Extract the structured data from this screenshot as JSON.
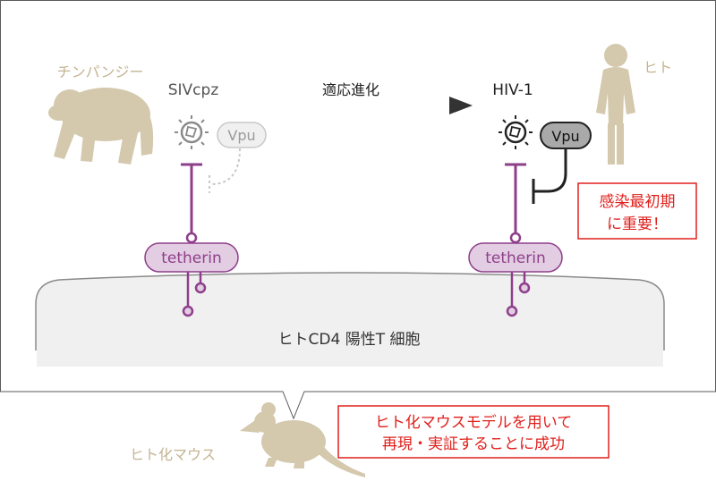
{
  "labels": {
    "chimpanzee": "チンパンジー",
    "human": "ヒト",
    "mouse": "ヒト化マウス",
    "siv": "SIVcpz",
    "hiv": "HIV-1",
    "adaptation": "適応進化",
    "vpu_left": "Vpu",
    "vpu_right": "Vpu",
    "tetherin_left": "tetherin",
    "tetherin_right": "tetherin",
    "cell": "ヒトCD4 陽性T 細胞"
  },
  "callouts": {
    "early_infection": [
      "感染最初期",
      "に重要！"
    ],
    "mouse_success": [
      "ヒト化マウスモデルを用いて",
      "再現・実証することに成功"
    ]
  },
  "colors": {
    "silhouette": "#d4c8ad",
    "tetherin": "#8e3f8a",
    "tetherin_fill": "#e3cde3",
    "callout_border": "#e0201c",
    "callout_text": "#e0201c",
    "cell_fill": "#f0f0f0",
    "frame": "#5a5a5a"
  },
  "icons": {
    "virus": "virus-icon",
    "chimp": "chimpanzee-icon",
    "human": "human-silhouette-icon",
    "mouse": "mouse-icon"
  }
}
